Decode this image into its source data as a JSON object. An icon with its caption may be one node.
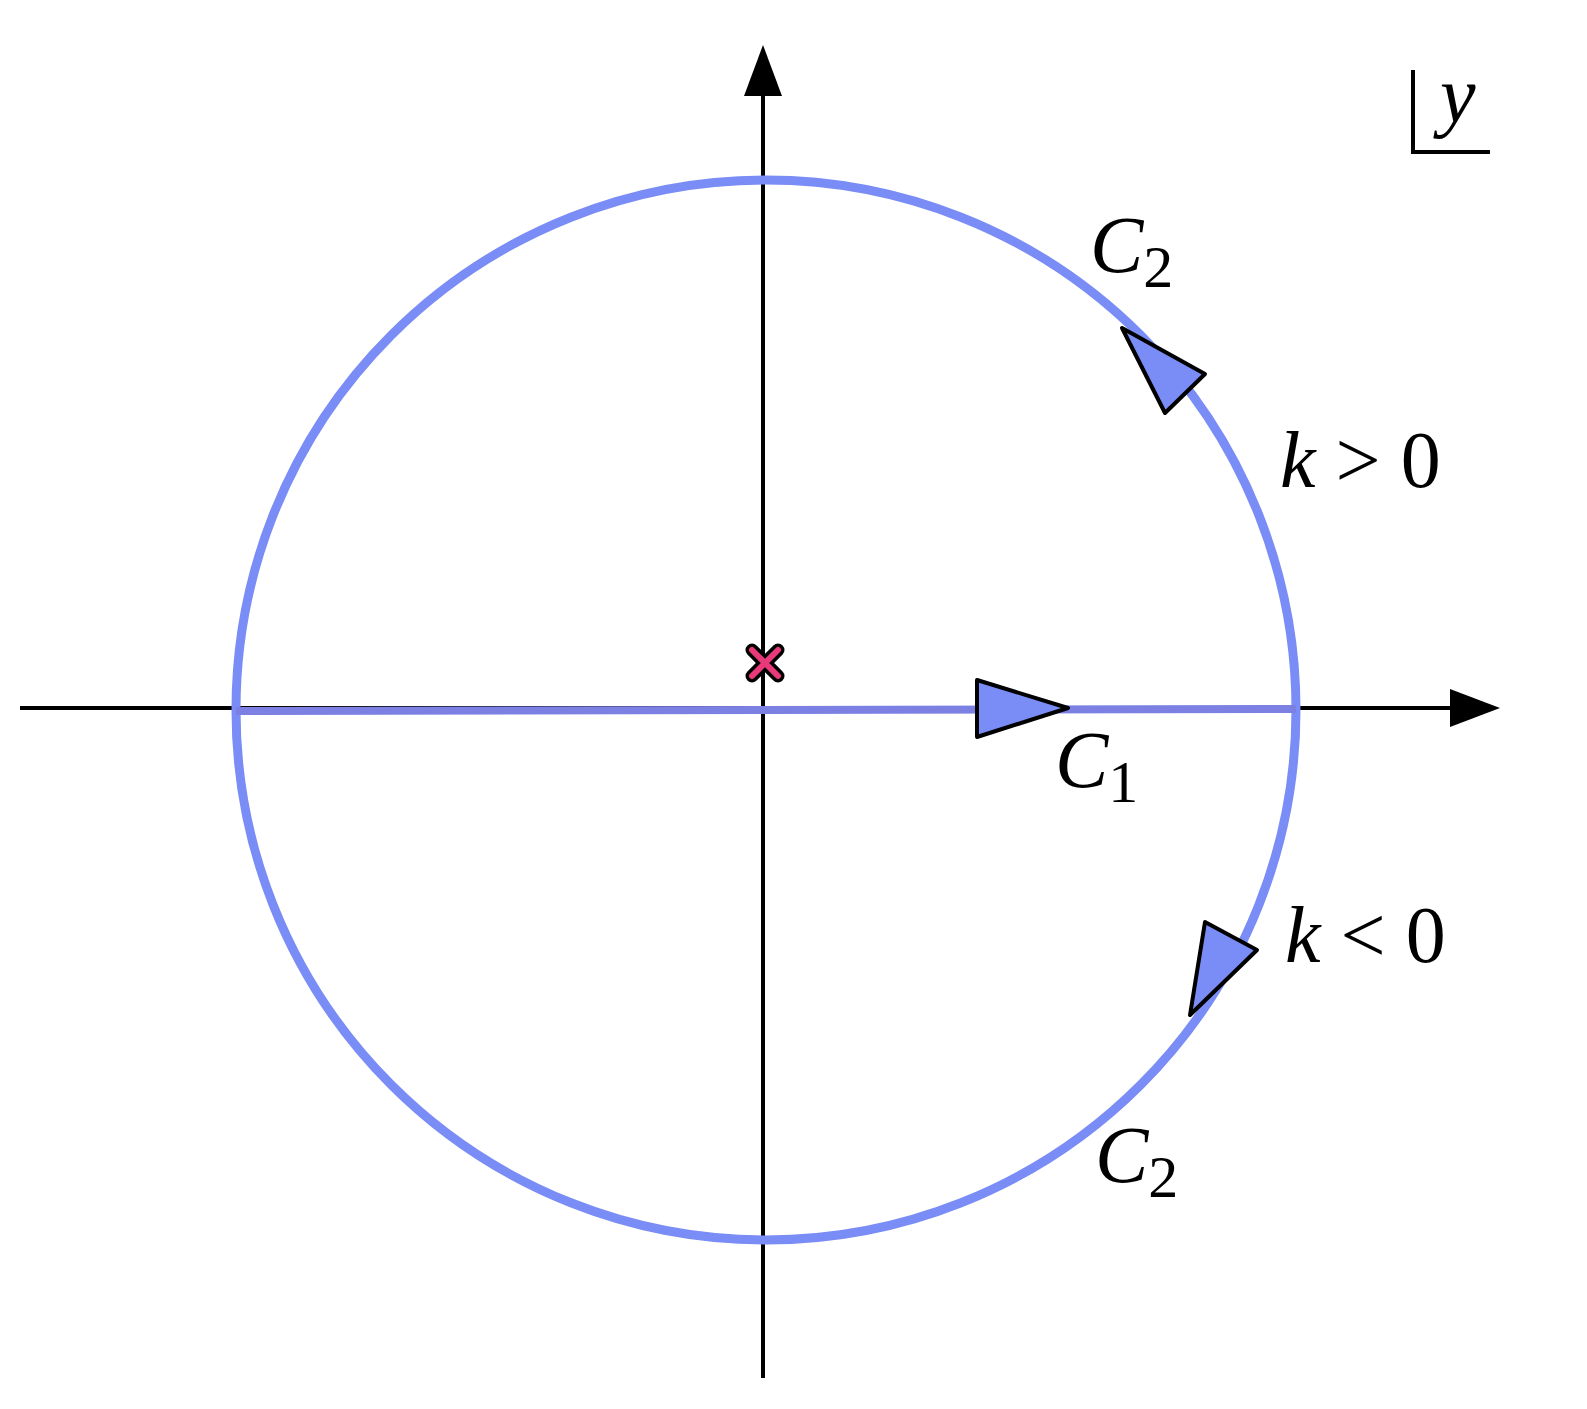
{
  "diagram": {
    "labels": [
      "y",
      "*C*$_{2}$",
      "*k* > 0",
      "*C*$_{1}$",
      "*k* < 0",
      "*C*$_{2}$"
    ]
  }
}
